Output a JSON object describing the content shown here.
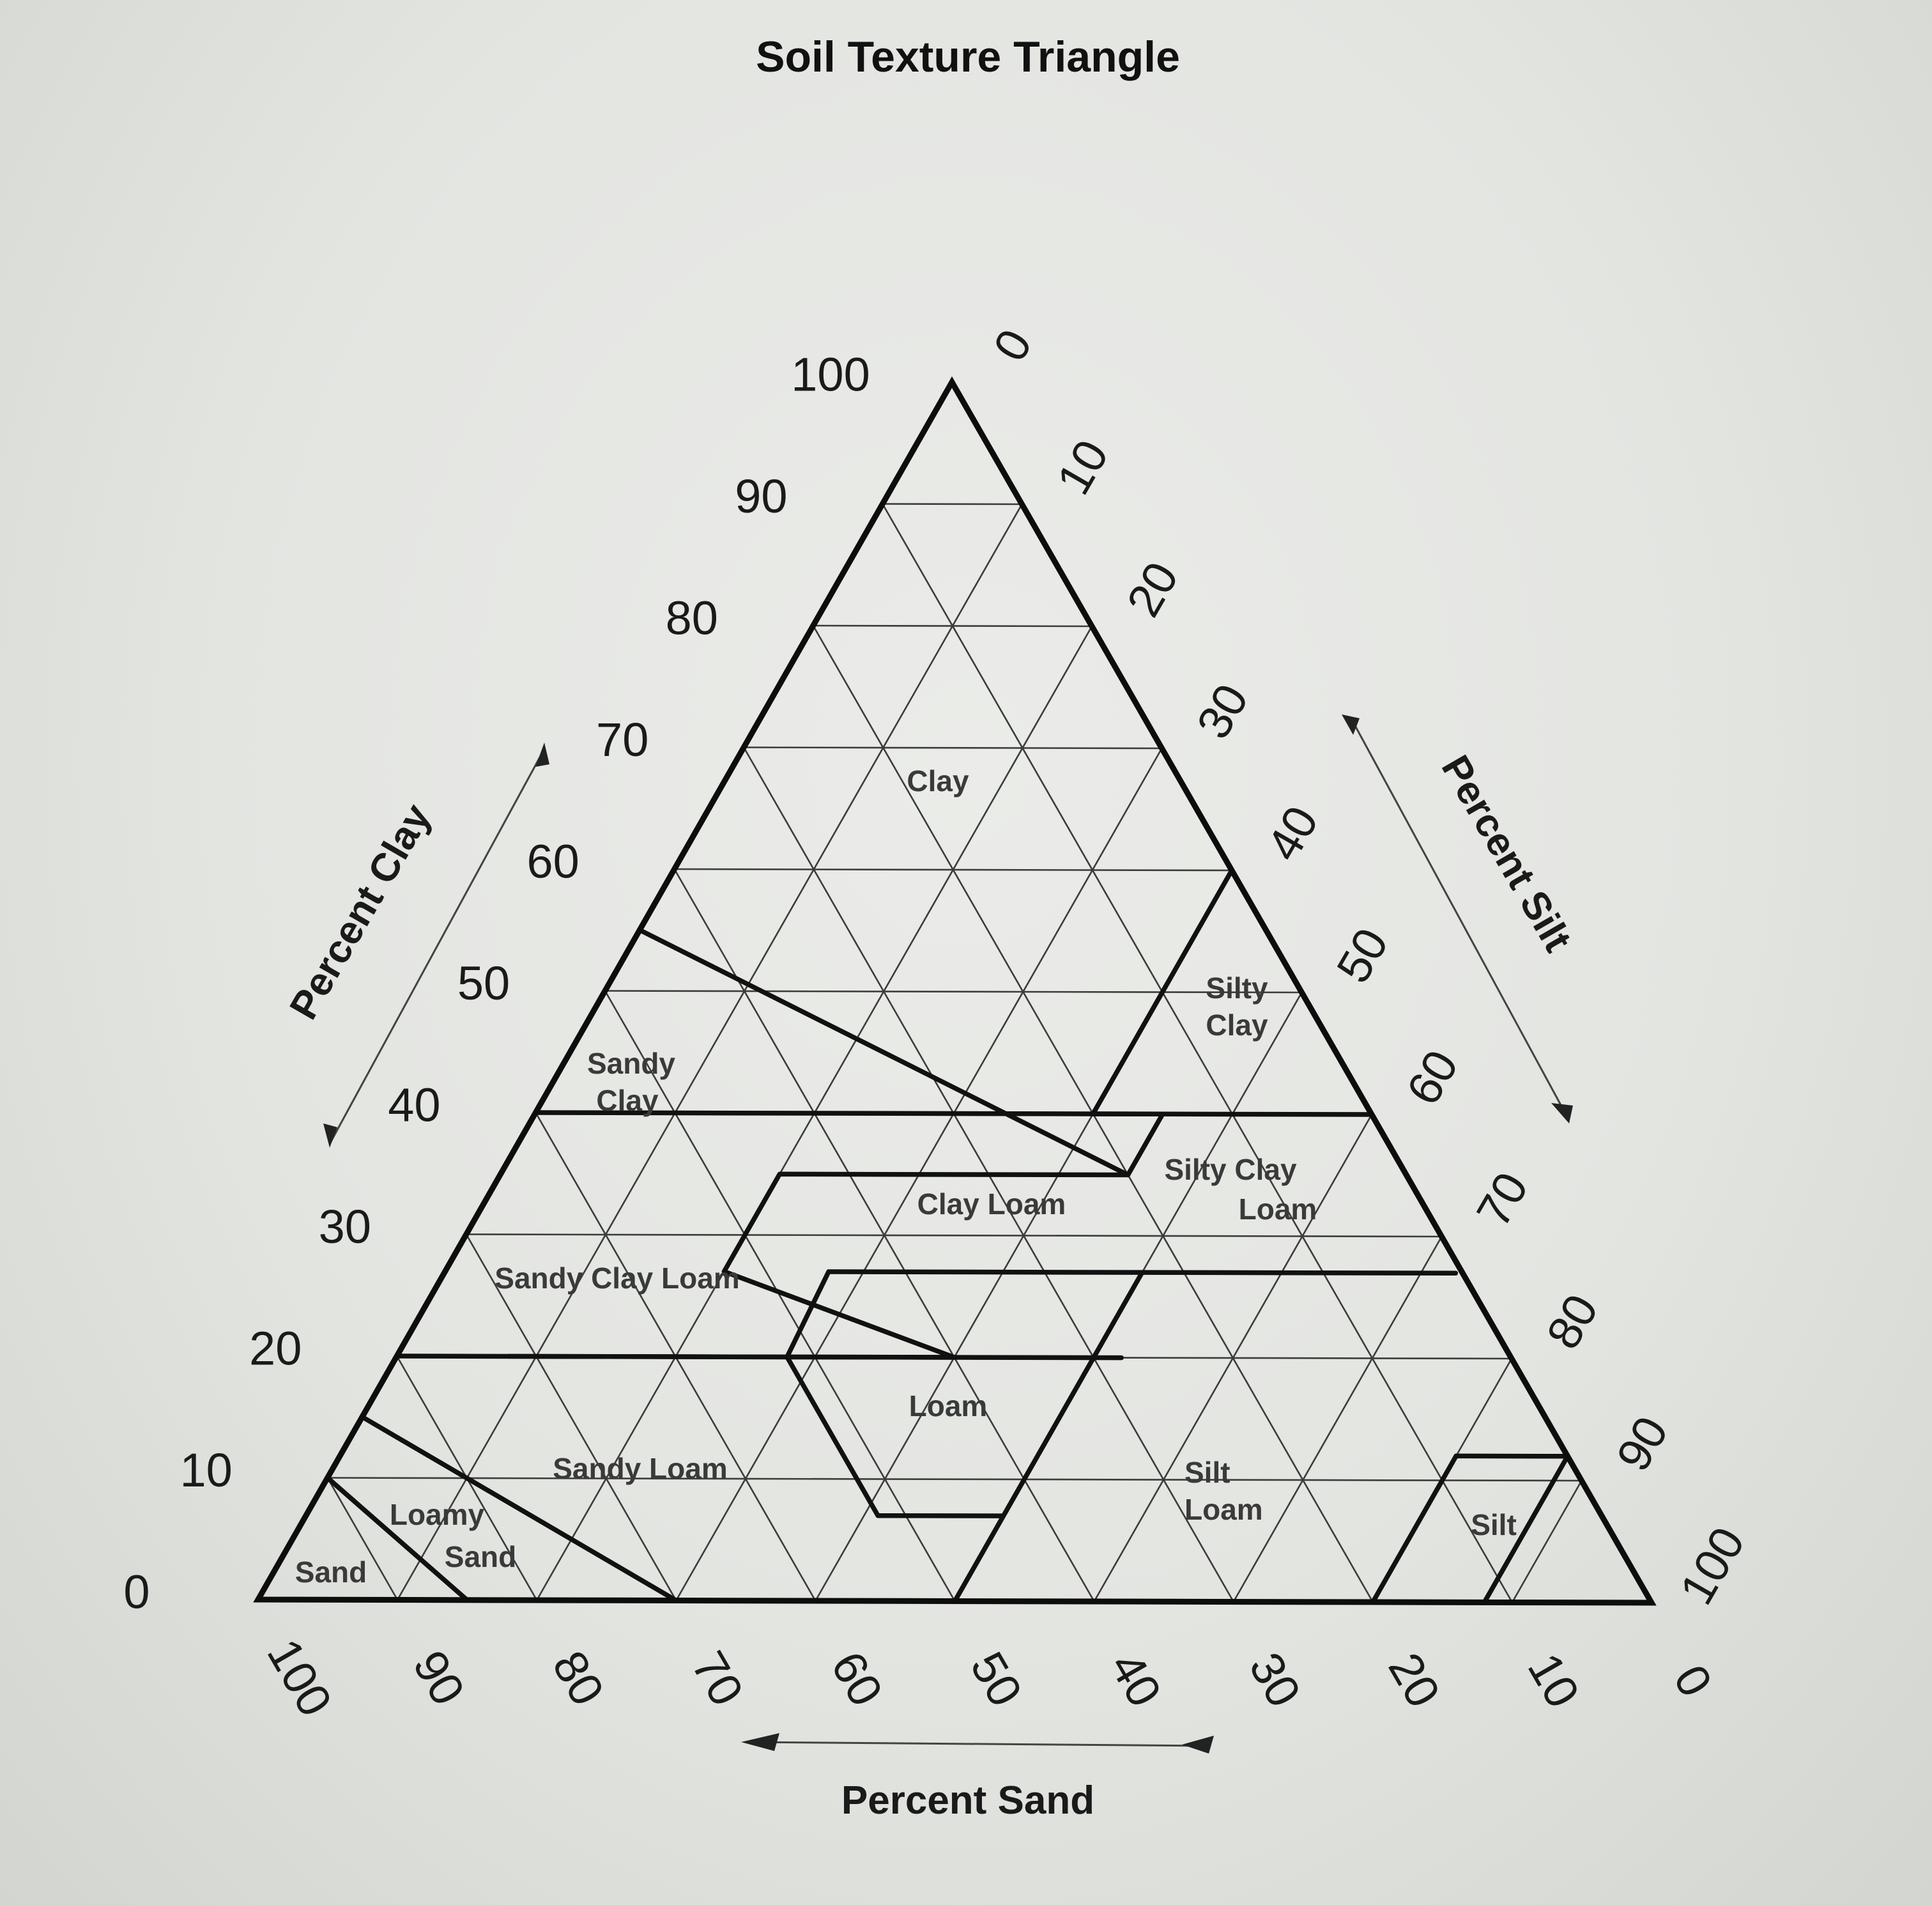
{
  "title": "Soil Texture Triangle",
  "axes": {
    "clay": {
      "label": "Percent Clay",
      "ticks": [
        "0",
        "10",
        "20",
        "30",
        "40",
        "50",
        "60",
        "70",
        "80",
        "90",
        "100"
      ]
    },
    "silt": {
      "label": "Percent Silt",
      "ticks": [
        "0",
        "10",
        "20",
        "30",
        "40",
        "50",
        "60",
        "70",
        "80",
        "90",
        "100"
      ]
    },
    "sand": {
      "label": "Percent Sand",
      "ticks": [
        "100",
        "90",
        "80",
        "70",
        "60",
        "50",
        "40",
        "30",
        "20",
        "10",
        "0"
      ]
    }
  },
  "regions": {
    "clay": [
      "Clay"
    ],
    "sandy_clay": [
      "Sandy",
      "Clay"
    ],
    "silty_clay": [
      "Silty",
      "Clay"
    ],
    "clay_loam": [
      "Clay Loam"
    ],
    "silty_clay_loam": [
      "Silty Clay",
      "Loam"
    ],
    "sandy_clay_loam": [
      "Sandy Clay Loam"
    ],
    "loam": [
      "Loam"
    ],
    "sandy_loam": [
      "Sandy Loam"
    ],
    "silt_loam": [
      "Silt",
      "Loam"
    ],
    "silt": [
      "Silt"
    ],
    "loamy_sand": [
      "Loamy",
      "Sand"
    ],
    "sand": [
      "Sand"
    ]
  },
  "colors": {
    "line": "#111111",
    "grid": "#3c3c3c",
    "background": "#e6e7e4"
  }
}
